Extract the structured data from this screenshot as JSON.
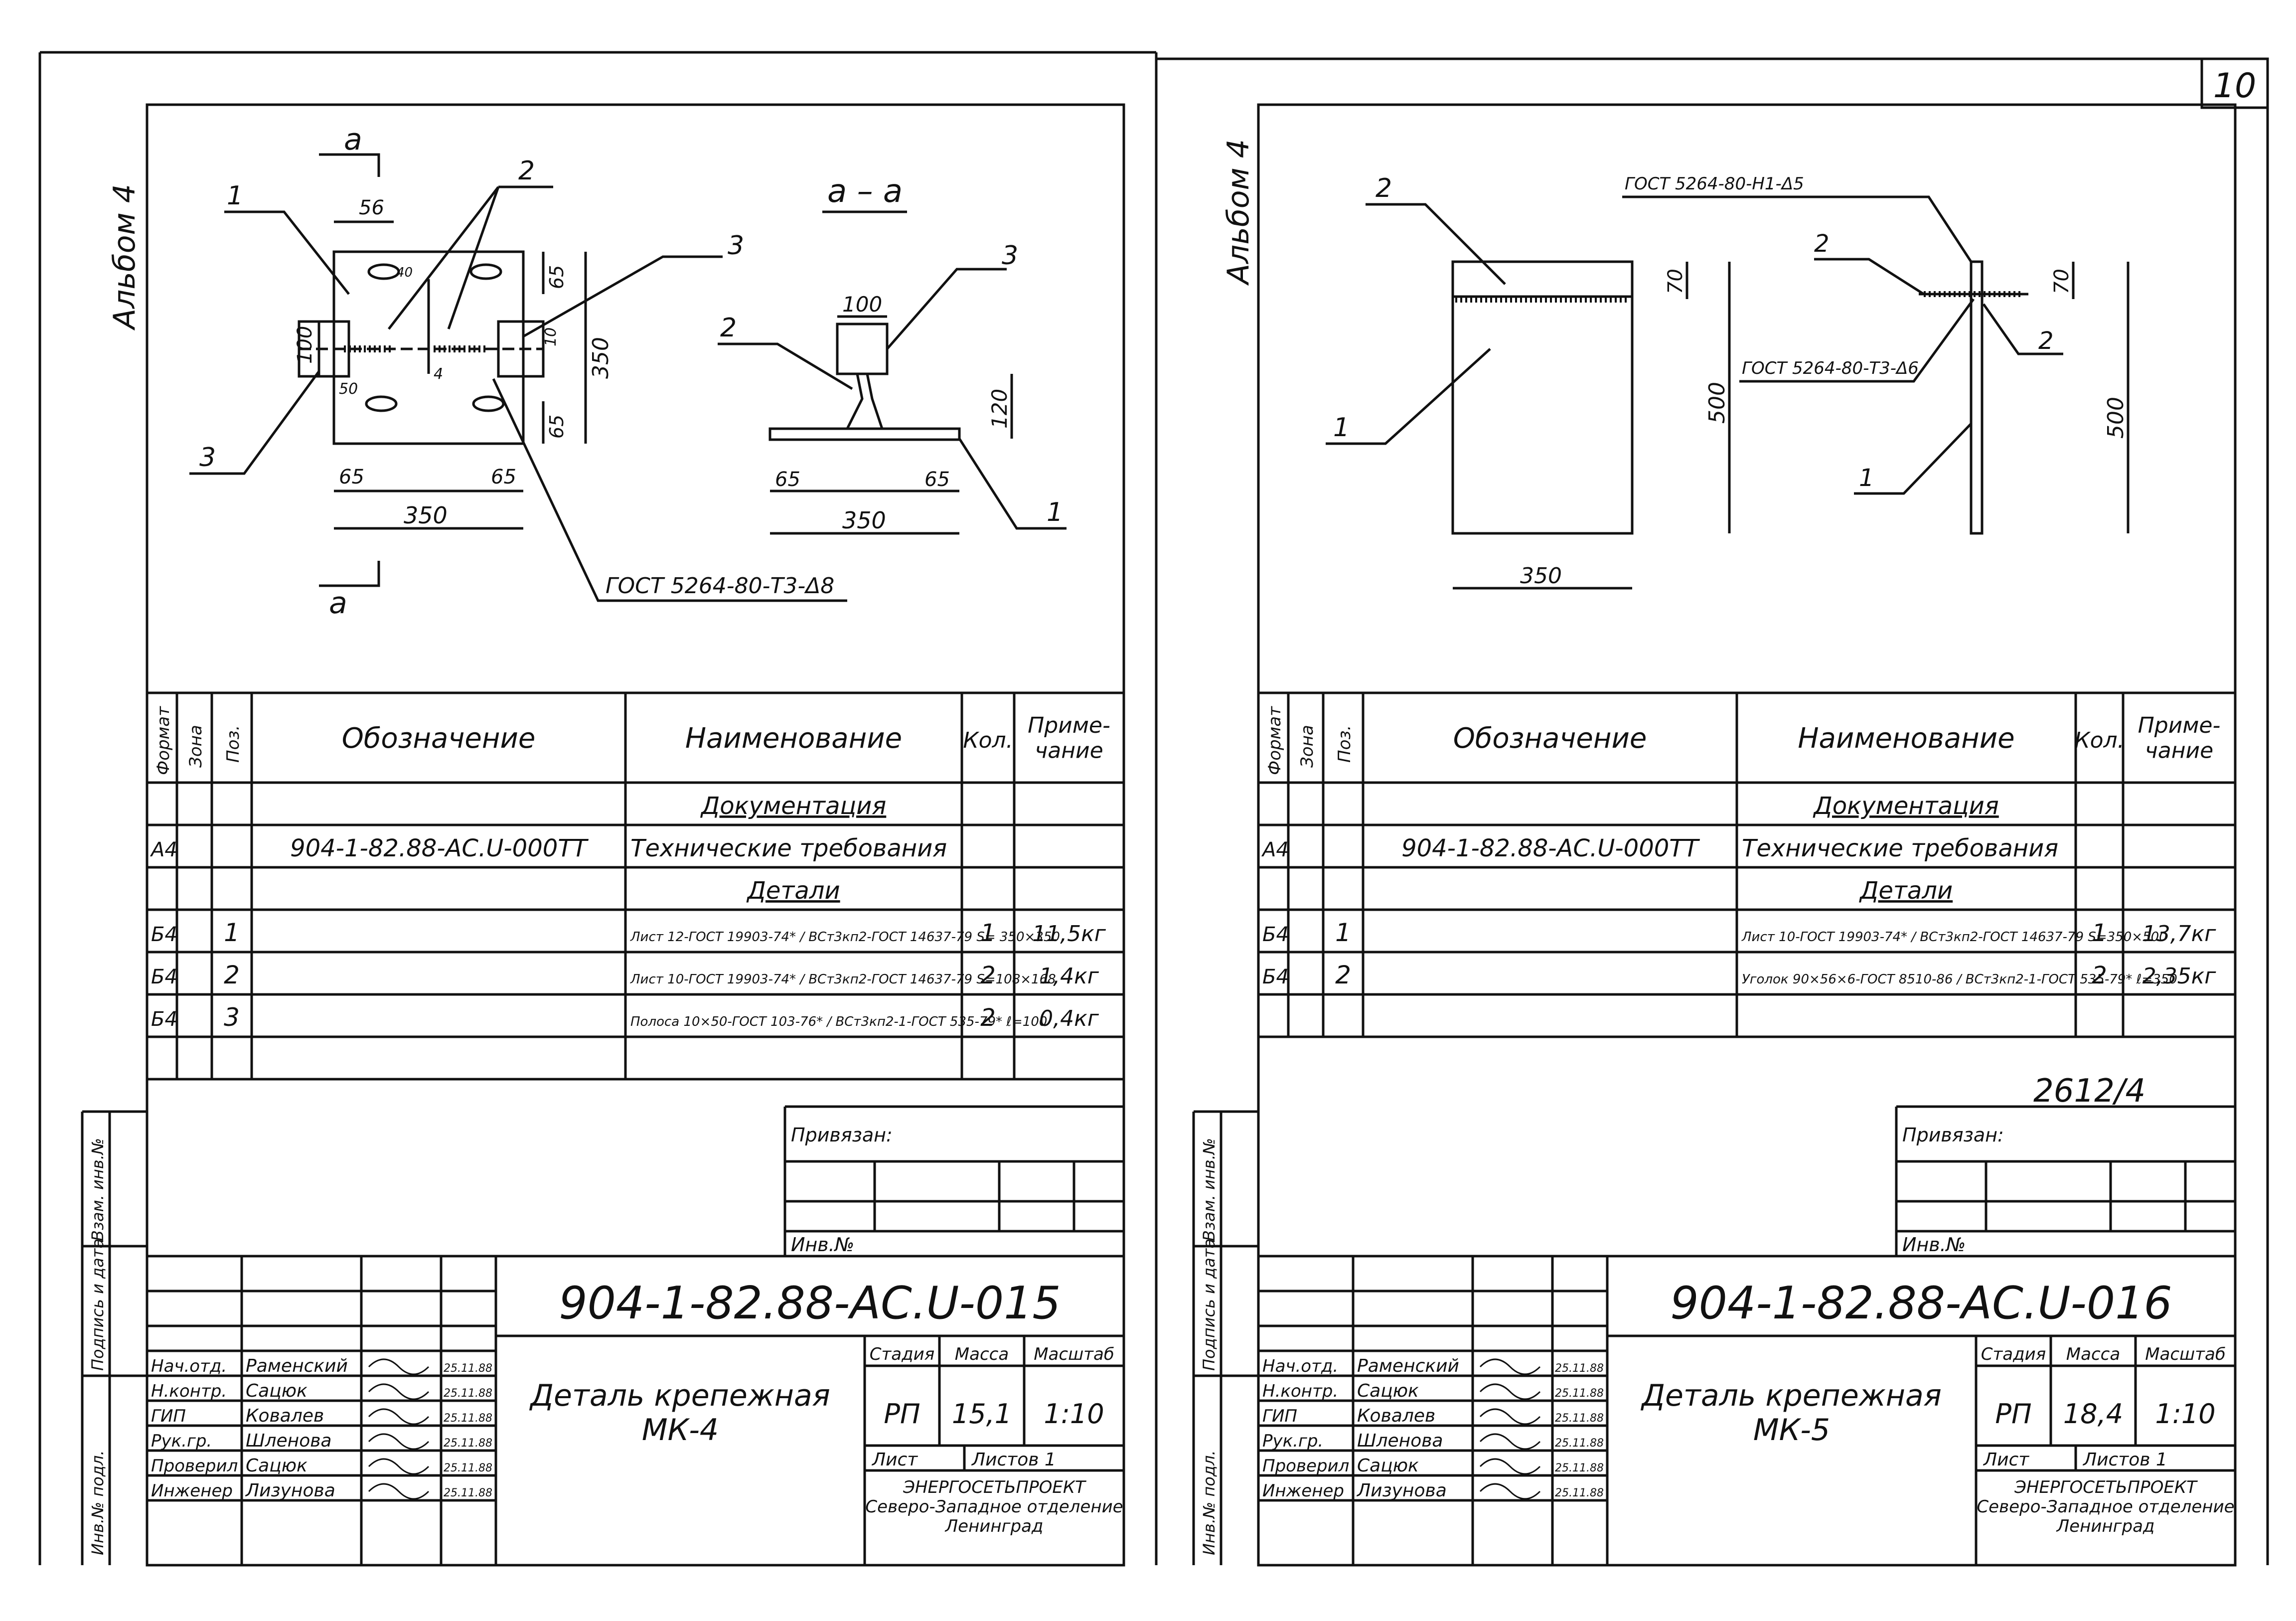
{
  "page_number": "10",
  "album": "Альбом 4",
  "left": {
    "section_label_top": "а",
    "section_label_bottom": "а",
    "section_title": "а – а",
    "plan_dims": {
      "d56": "56",
      "d40": "40",
      "d65a": "65",
      "d100": "100",
      "d10": "10",
      "d4": "4",
      "d350v": "350",
      "d50": "50",
      "d65b": "65",
      "d65c": "65",
      "d65d": "65",
      "d350h": "350"
    },
    "section_dims": {
      "d100": "100",
      "d120": "120",
      "d65a": "65",
      "d65b": "65",
      "d350": "350"
    },
    "callouts": {
      "c1": "1",
      "c2": "2",
      "c3a": "3",
      "c3b": "3",
      "c2s": "2",
      "c3s": "3",
      "c1s": "1"
    },
    "weld_note": "ГОСТ 5264-80-Т3-Δ8",
    "spec": {
      "headers": {
        "format": "Формат",
        "zone": "Зона",
        "pos": "Поз.",
        "designation": "Обозначение",
        "name": "Наименование",
        "qty": "Кол.",
        "note": "Приме-\nчание"
      },
      "rows": [
        {
          "format": "",
          "pos": "",
          "designation": "",
          "name": "Документация",
          "qty": "",
          "note": ""
        },
        {
          "format": "А4",
          "pos": "",
          "designation": "904-1-82.88-АС.U-000ТТ",
          "name": "Технические требования",
          "qty": "",
          "note": ""
        },
        {
          "format": "",
          "pos": "",
          "designation": "",
          "name": "Детали",
          "qty": "",
          "note": ""
        },
        {
          "format": "Б4",
          "pos": "1",
          "designation": "",
          "name": "Лист 12-ГОСТ 19903-74* / ВСт3кп2-ГОСТ 14637-79  S= 350×350",
          "qty": "1",
          "note": "11,5кг"
        },
        {
          "format": "Б4",
          "pos": "2",
          "designation": "",
          "name": "Лист 10-ГОСТ 19903-74* / ВСт3кп2-ГОСТ 14637-79  S=108×168",
          "qty": "2",
          "note": "1,4кг"
        },
        {
          "format": "Б4",
          "pos": "3",
          "designation": "",
          "name": "Полоса 10×50-ГОСТ 103-76* / ВСт3кп2-1-ГОСТ 535-79*  ℓ=100",
          "qty": "2",
          "note": "0,4кг"
        }
      ]
    },
    "privyazan": "Привязан:",
    "inv_no": "Инв.№",
    "doc_code": "904-1-82.88-АС.U-015",
    "title": "Деталь крепежная\nМК-4",
    "stage_h": "Стадия",
    "mass_h": "Масса",
    "scale_h": "Масштаб",
    "stage": "РП",
    "mass": "15,1",
    "scale": "1:10",
    "sheet": "Лист",
    "sheets": "Листов 1",
    "org": "ЭНЕРГОСЕТЬПРОЕКТ\nСеверо-Западное отделение\nЛенинград",
    "signers": [
      {
        "role": "Нач.отд.",
        "name": "Раменский",
        "date": "25.11.88"
      },
      {
        "role": "Н.контр.",
        "name": "Сацюк",
        "date": "25.11.88"
      },
      {
        "role": "ГИП",
        "name": "Ковалев",
        "date": "25.11.88"
      },
      {
        "role": "Рук.гр.",
        "name": "Шленова",
        "date": "25.11.88"
      },
      {
        "role": "Проверил",
        "name": "Сацюк",
        "date": "25.11.88"
      },
      {
        "role": "Инженер",
        "name": "Лизунова",
        "date": "25.11.88"
      }
    ],
    "side_stamps": [
      "Взам. инв.№",
      "Подпись и дата",
      "Инв.№ подл."
    ]
  },
  "right": {
    "weld_note_top": "ГОСТ 5264-80-Н1-Δ5",
    "weld_note_mid": "ГОСТ 5264-80-Т3-Δ6",
    "dims": {
      "d70a": "70",
      "d500a": "500",
      "d350": "350",
      "d70b": "70",
      "d500b": "500"
    },
    "callouts": {
      "c2a": "2",
      "c1a": "1",
      "c2b": "2",
      "c2c": "2",
      "c1b": "1"
    },
    "spec": {
      "headers": {
        "format": "Формат",
        "zone": "Зона",
        "pos": "Поз.",
        "designation": "Обозначение",
        "name": "Наименование",
        "qty": "Кол.",
        "note": "Приме-\nчание"
      },
      "rows": [
        {
          "format": "",
          "pos": "",
          "designation": "",
          "name": "Документация",
          "qty": "",
          "note": ""
        },
        {
          "format": "А4",
          "pos": "",
          "designation": "904-1-82.88-АС.U-000ТТ",
          "name": "Технические требования",
          "qty": "",
          "note": ""
        },
        {
          "format": "",
          "pos": "",
          "designation": "",
          "name": "Детали",
          "qty": "",
          "note": ""
        },
        {
          "format": "Б4",
          "pos": "1",
          "designation": "",
          "name": "Лист 10-ГОСТ 19903-74* / ВСт3кп2-ГОСТ 14637-79  S=350×500",
          "qty": "1",
          "note": "13,7кг"
        },
        {
          "format": "Б4",
          "pos": "2",
          "designation": "",
          "name": "Уголок 90×56×6-ГОСТ 8510-86 / ВСт3кп2-1-ГОСТ 535-79*  ℓ=350",
          "qty": "2",
          "note": "2,35кг"
        }
      ]
    },
    "stamp_number": "2612/4",
    "privyazan": "Привязан:",
    "inv_no": "Инв.№",
    "doc_code": "904-1-82.88-АС.U-016",
    "title": "Деталь крепежная\nМК-5",
    "stage_h": "Стадия",
    "mass_h": "Масса",
    "scale_h": "Масштаб",
    "stage": "РП",
    "mass": "18,4",
    "scale": "1:10",
    "sheet": "Лист",
    "sheets": "Листов 1",
    "org": "ЭНЕРГОСЕТЬПРОЕКТ\nСеверо-Западное отделение\nЛенинград",
    "signers": [
      {
        "role": "Нач.отд.",
        "name": "Раменский",
        "date": "25.11.88"
      },
      {
        "role": "Н.контр.",
        "name": "Сацюк",
        "date": "25.11.88"
      },
      {
        "role": "ГИП",
        "name": "Ковалев",
        "date": "25.11.88"
      },
      {
        "role": "Рук.гр.",
        "name": "Шленова",
        "date": "25.11.88"
      },
      {
        "role": "Проверил",
        "name": "Сацюк",
        "date": "25.11.88"
      },
      {
        "role": "Инженер",
        "name": "Лизунова",
        "date": "25.11.88"
      }
    ],
    "side_stamps": [
      "Взам. инв.№",
      "Подпись и дата",
      "Инв.№ подл."
    ]
  }
}
